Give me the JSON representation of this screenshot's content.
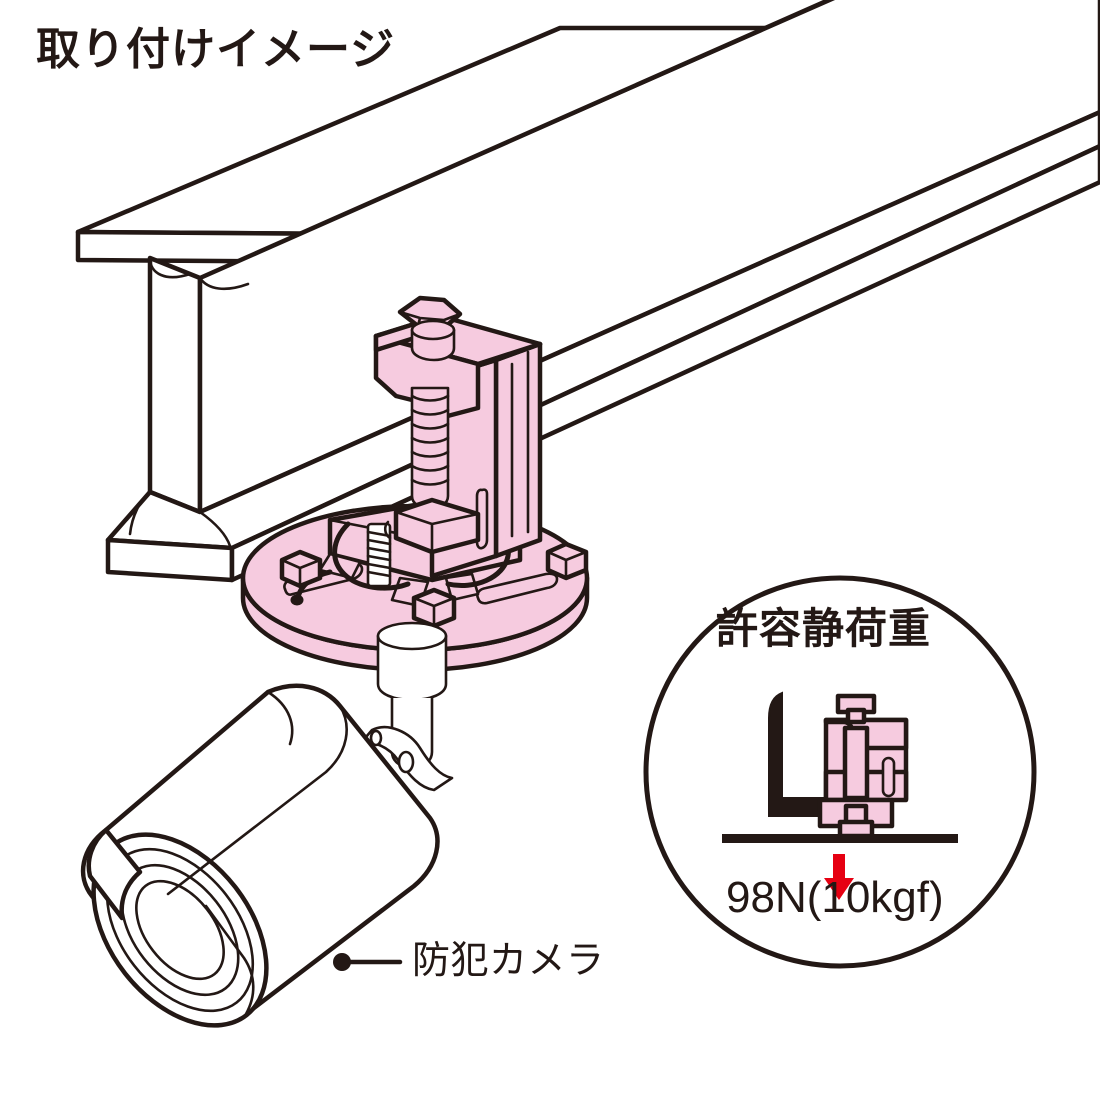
{
  "figure": {
    "title": "取り付けイメージ",
    "kind": "technical-illustration",
    "description": "H形鋼に取り付けたビームクランプと防犯カメラの取り付けイメージ図"
  },
  "labels": {
    "camera": "防犯カメラ"
  },
  "callout": {
    "title": "許容静荷重",
    "value": "98N(10kgf)",
    "arrow": "down-arrow"
  },
  "colors": {
    "outline": "#231815",
    "part_fill": "#F6CBDF",
    "part_fill_shade": "#EFB8D2",
    "white": "#FFFFFF",
    "accent_red": "#E60012",
    "beam_dark": "#231815",
    "background": "#FFFFFF"
  },
  "parts": {
    "beam": "H形鋼(I-beam)",
    "clamp": "ビームクランプ",
    "base_plate": "円形ベースプレート",
    "hex_bolt": "六角ボルト",
    "hex_nut": "六角ナット",
    "camera": "防犯カメラ",
    "ball_joint": "ボールジョイント"
  }
}
